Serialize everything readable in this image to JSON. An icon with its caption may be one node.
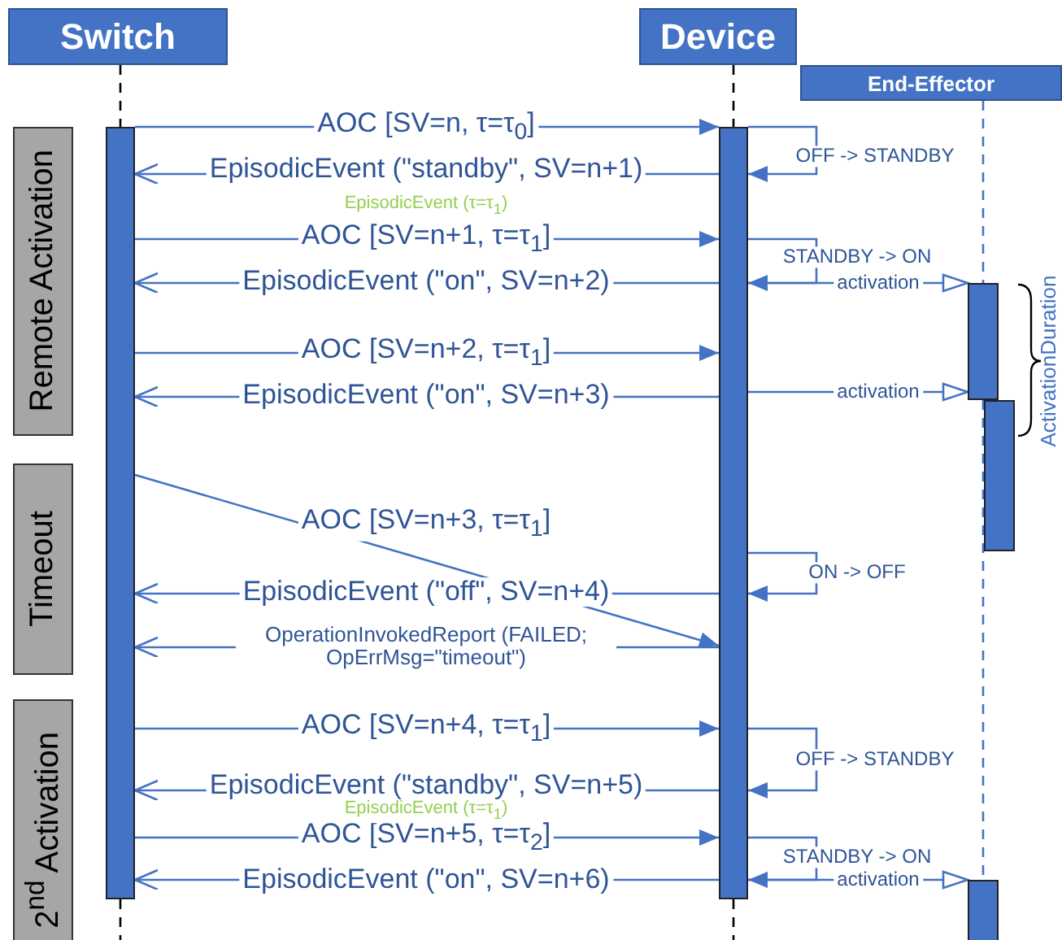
{
  "diagram": {
    "nodes": [
      {
        "text": [
          "Switch"
        ]
      },
      {
        "text": [
          "Device"
        ]
      },
      {
        "text": [
          "End-Effector"
        ]
      },
      {
        "text": [],
        "shape": "bar"
      },
      {
        "text": [],
        "shape": "bar"
      },
      {
        "text": [],
        "shape": "bar"
      },
      {
        "text": [],
        "shape": "bar"
      },
      {
        "text": [],
        "shape": "bar"
      },
      {
        "text": [
          "Remote Activation"
        ]
      },
      {
        "text": [
          "Timeout"
        ]
      },
      {
        "text": [
          "2$^{nd}$ Activation"
        ]
      }
    ],
    "edges": [
      {
        "from": 3,
        "to": 4,
        "arrow": "to",
        "label": "AOC [SV=n, τ=τ$_{0}$]"
      },
      {
        "from": 4,
        "to": 4,
        "arrow": "to",
        "label": "OFF -> STANDBY"
      },
      {
        "from": 4,
        "to": 3,
        "arrow": "to",
        "label": "EpisodicEvent (\"standby\", SV=n+1)"
      },
      {
        "from": 3,
        "to": 4,
        "arrow": "to",
        "label": "AOC [SV=n+1, τ=τ$_{1}$]"
      },
      {
        "from": 4,
        "to": 4,
        "arrow": "to",
        "label": "STANDBY -> ON"
      },
      {
        "from": 4,
        "to": 5,
        "arrow": "to",
        "label": "activation"
      },
      {
        "from": 4,
        "to": 3,
        "arrow": "to",
        "label": "EpisodicEvent (\"on\", SV=n+2)"
      },
      {
        "from": 3,
        "to": 4,
        "arrow": "to",
        "label": "AOC [SV=n+2, τ=τ$_{1}$]"
      },
      {
        "from": 4,
        "to": 5,
        "arrow": "to",
        "label": "activation"
      },
      {
        "from": 4,
        "to": 3,
        "arrow": "to",
        "label": "EpisodicEvent (\"on\", SV=n+3)"
      },
      {
        "from": 3,
        "to": 4,
        "arrow": "to",
        "label": "AOC [SV=n+3, τ=τ$_{1}$]"
      },
      {
        "from": 4,
        "to": 4,
        "arrow": "to",
        "label": "ON -> OFF"
      },
      {
        "from": 4,
        "to": 3,
        "arrow": "to",
        "label": "EpisodicEvent (\"off\", SV=n+4)"
      },
      {
        "from": 4,
        "to": 3,
        "arrow": "to",
        "label": "OperationInvokedReport (FAILED; OpErrMsg=\"timeout\")"
      },
      {
        "from": 3,
        "to": 4,
        "arrow": "to",
        "label": "AOC [SV=n+4, τ=τ$_{1}$]"
      },
      {
        "from": 4,
        "to": 4,
        "arrow": "to",
        "label": "OFF -> STANDBY"
      },
      {
        "from": 4,
        "to": 3,
        "arrow": "to",
        "label": "EpisodicEvent (\"standby\", SV=n+5)"
      },
      {
        "from": 3,
        "to": 4,
        "arrow": "to",
        "label": "AOC [SV=n+5, τ=τ$_{2}$]"
      },
      {
        "from": 4,
        "to": 4,
        "arrow": "to",
        "label": "STANDBY -> ON"
      },
      {
        "from": 4,
        "to": 7,
        "arrow": "to",
        "label": "activation"
      },
      {
        "from": 4,
        "to": 3,
        "arrow": "to",
        "label": "EpisodicEvent (\"on\", SV=n+6)"
      },
      {
        "from": 0,
        "to": 3,
        "arrow": "none",
        "style": "dashed",
        "color": "#000000"
      },
      {
        "from": 3,
        "to": null,
        "arrow": "none",
        "style": "dashed",
        "color": "#000000"
      },
      {
        "from": 1,
        "to": 4,
        "arrow": "none",
        "style": "dashed",
        "color": "#000000"
      },
      {
        "from": 4,
        "to": null,
        "arrow": "none",
        "style": "dashed",
        "color": "#000000"
      },
      {
        "from": 2,
        "to": 5,
        "arrow": "none",
        "style": "dashed"
      },
      {
        "from": 5,
        "to": 7,
        "arrow": "none",
        "style": "dashed"
      }
    ],
    "labels": [
      "EpisodicEvent (τ=τ$_{1}$)",
      "EpisodicEvent (τ=τ$_{1}$)",
      "ActivationDuration"
    ]
  }
}
